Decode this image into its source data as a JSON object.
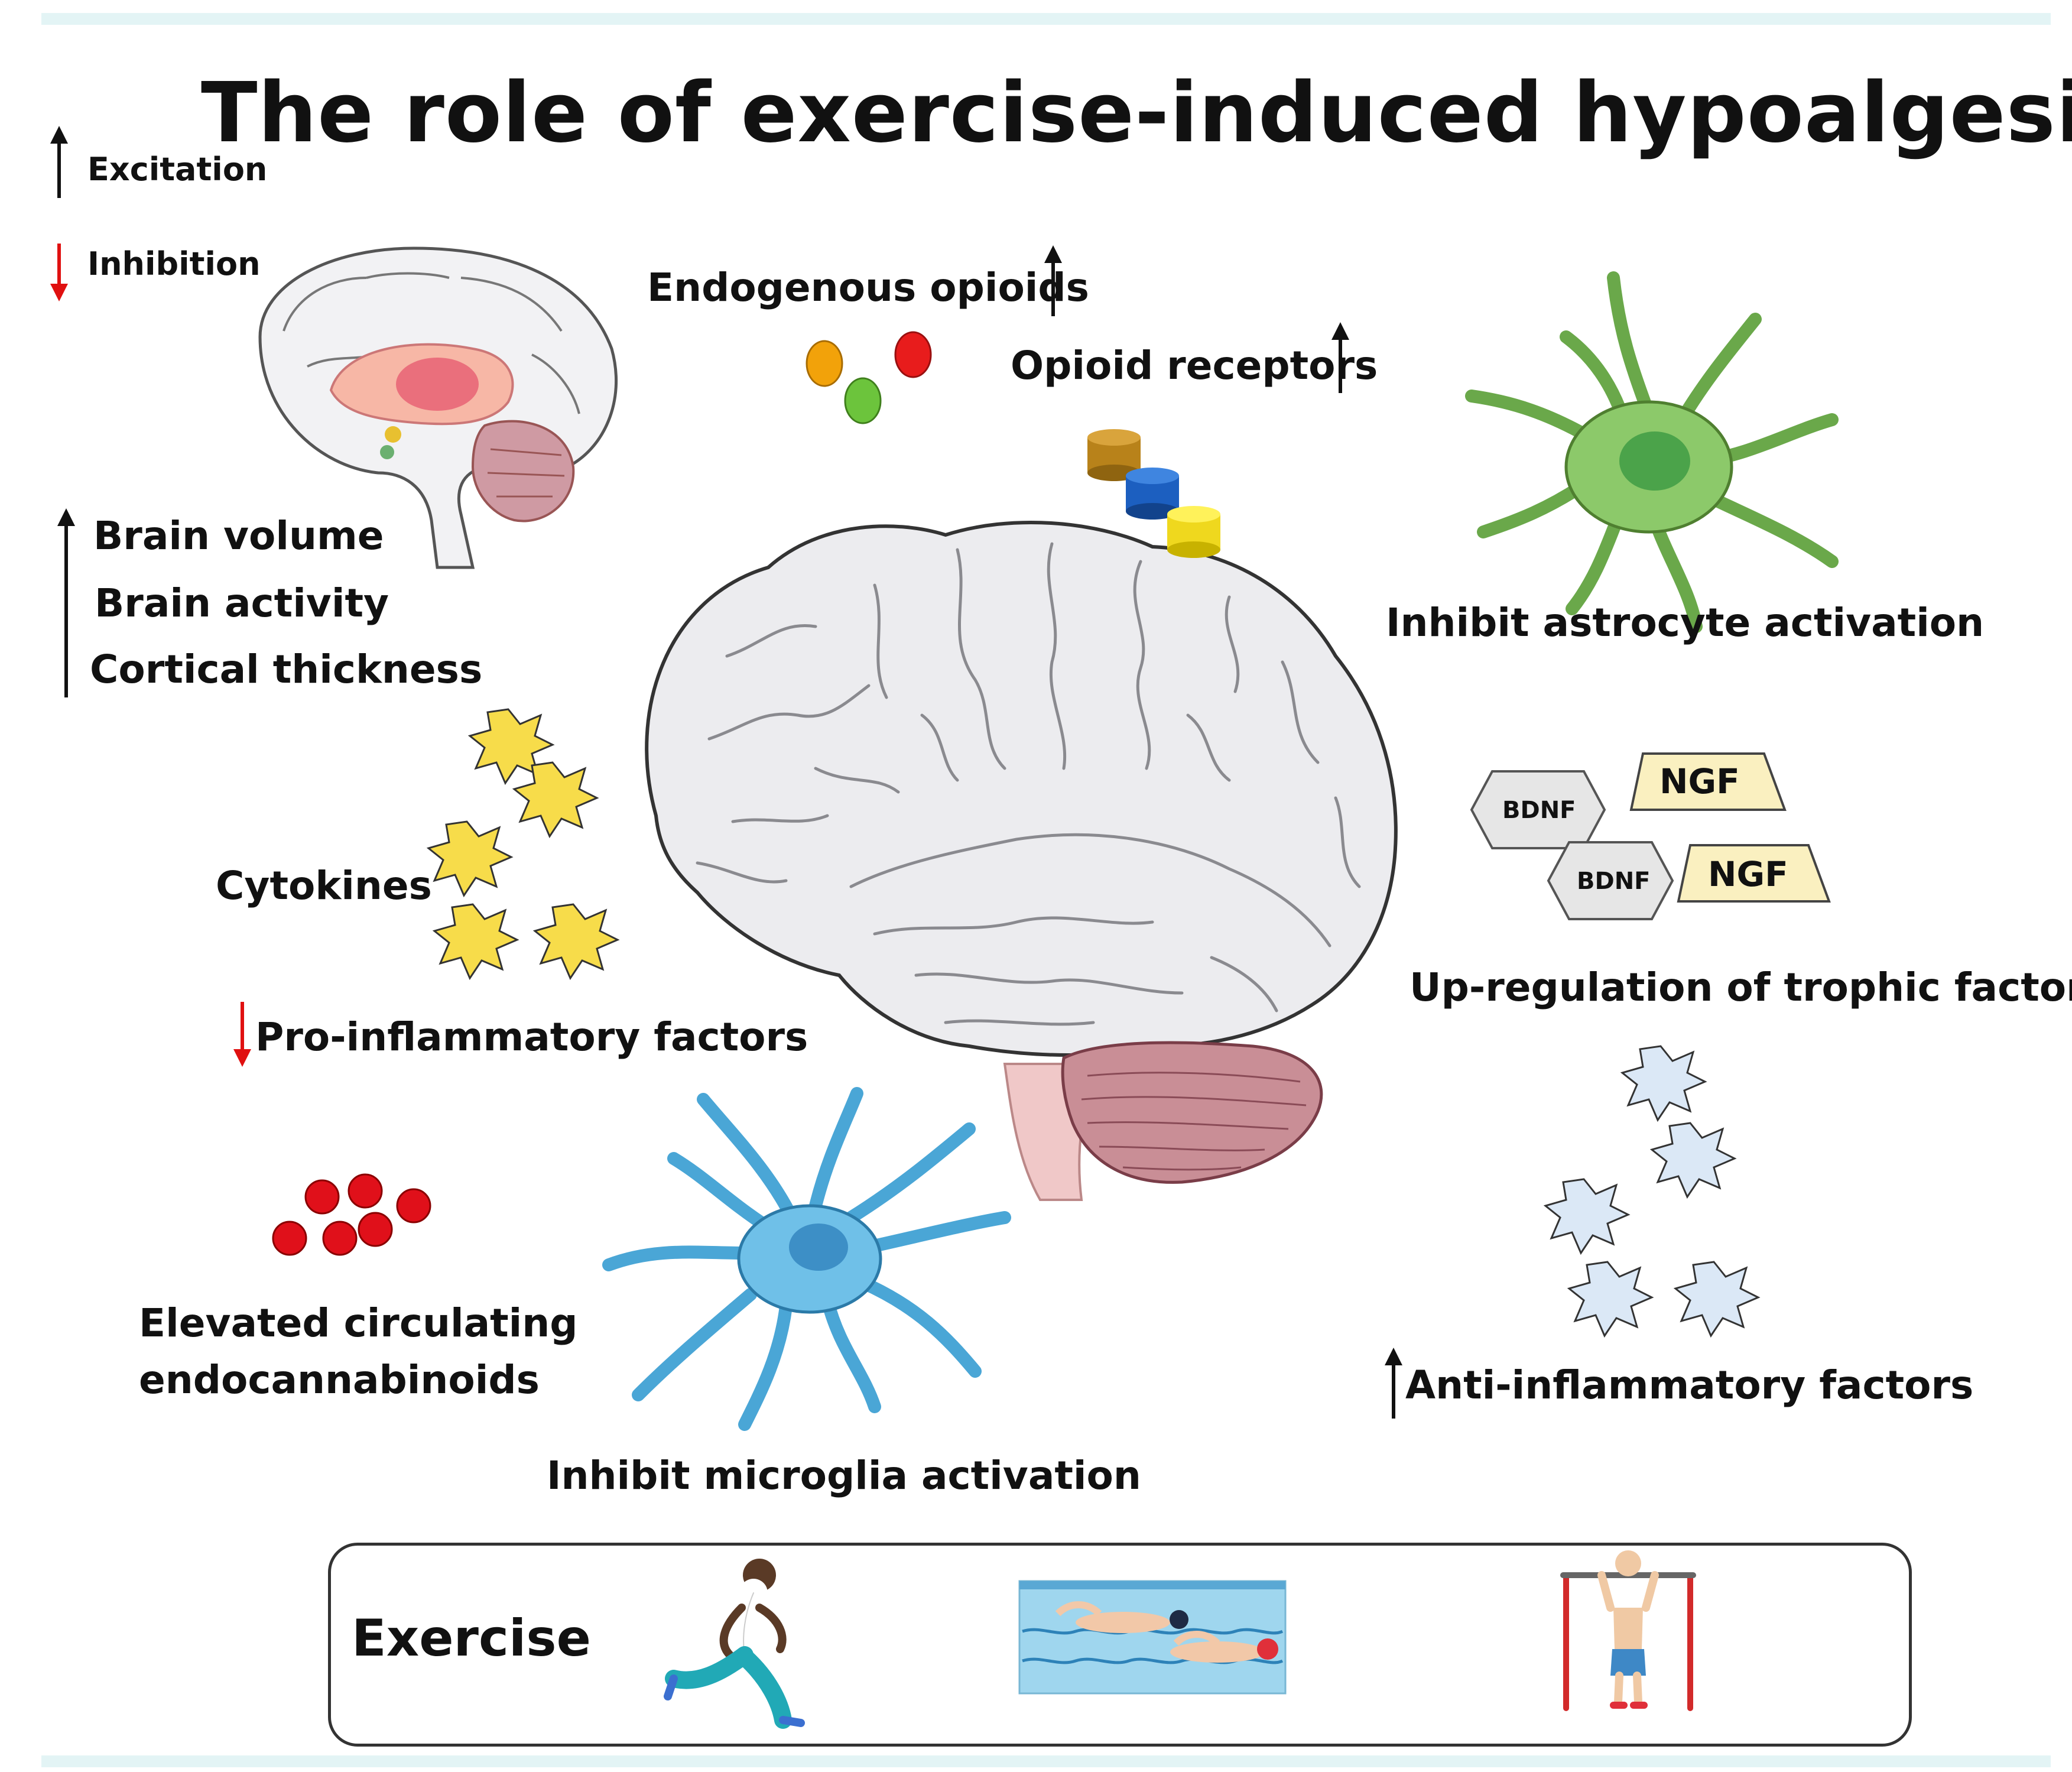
{
  "title": "The role of exercise-induced hypoalgesia",
  "legend": {
    "excitation": "Excitation",
    "inhibition": "Inhibition",
    "up_color": "#111111",
    "down_color": "#e01010"
  },
  "labels": {
    "brain_volume": "Brain volume",
    "brain_activity": "Brain activity",
    "cortical_thickness": "Cortical thickness",
    "endogenous_opioids": "Endogenous opioids",
    "opioid_receptors": "Opioid receptors",
    "astrocyte": "Inhibit astrocyte activation",
    "cytokines": "Cytokines",
    "pro_inflammatory": "Pro-inflammatory factors",
    "trophic": "Up-regulation of trophic factors",
    "endocannabinoids_1": "Elevated circulating",
    "endocannabinoids_2": "endocannabinoids",
    "microglia": "Inhibit microglia activation",
    "anti_inflammatory": "Anti-inflammatory factors"
  },
  "factors": {
    "bdnf": "BDNF",
    "ngf": "NGF"
  },
  "exercise": {
    "label": "Exercise"
  },
  "colors": {
    "band": "#e3f4f5",
    "astrocyte": "#8cc96a",
    "microglia": "#6fc0e8",
    "cytokine": "#f7dc4a",
    "anti_inflammatory": "#dbe8f6",
    "endocannabinoid": "#e0101a",
    "brain": "#ececef",
    "cerebellum": "#c98e96",
    "ngf": "#faf0c0",
    "bdnf": "#e6e6e6"
  }
}
